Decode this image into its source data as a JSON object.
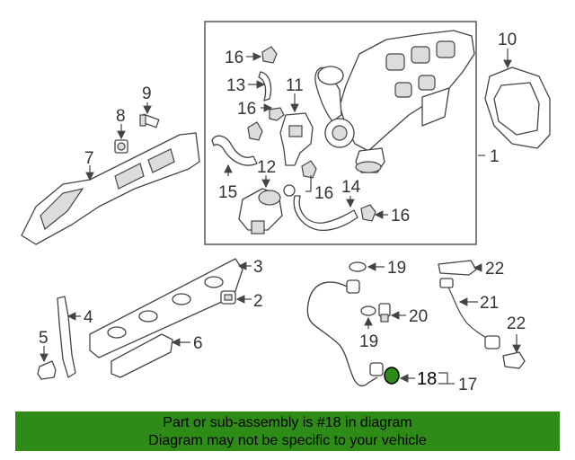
{
  "callouts": {
    "c1": "1",
    "c2": "2",
    "c3": "3",
    "c4": "4",
    "c5": "5",
    "c6": "6",
    "c7": "7",
    "c8": "8",
    "c9": "9",
    "c10": "10",
    "c11": "11",
    "c12": "12",
    "c13": "13",
    "c14": "14",
    "c15": "15",
    "c16a": "16",
    "c16b": "16",
    "c16c": "16",
    "c16d": "16",
    "c17": "17",
    "c18": "18",
    "c19a": "19",
    "c19b": "19",
    "c20": "20",
    "c21": "21",
    "c22a": "22",
    "c22b": "22"
  },
  "highlight": {
    "part": "18",
    "color": "#2e8b17"
  },
  "banner": {
    "line1": "Part or sub-assembly is #18 in diagram",
    "line2": "Diagram may not be specific to your vehicle",
    "color": "#2e8b17"
  }
}
